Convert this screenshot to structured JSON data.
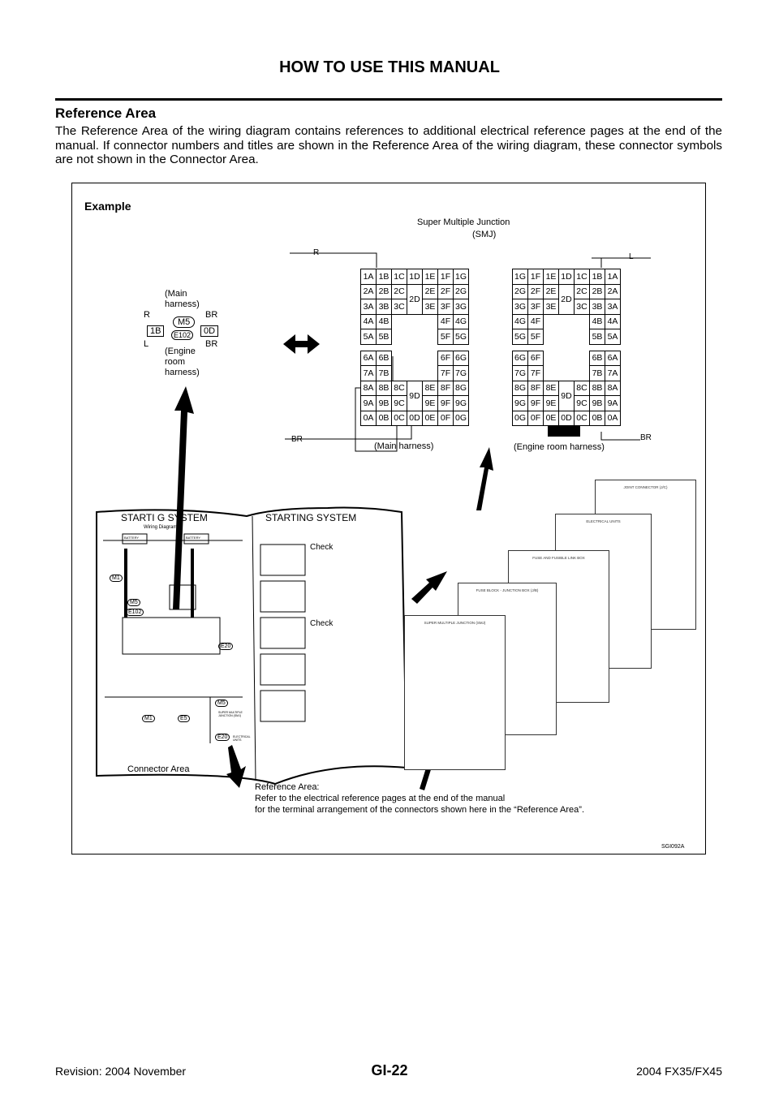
{
  "header": {
    "title": "HOW TO USE THIS MANUAL"
  },
  "section": {
    "title": "Reference Area",
    "body": "The Reference Area of the wiring diagram contains references to additional electrical reference pages at the end of the manual. If connector numbers and titles are shown in the Reference Area of the wiring diagram, these connector symbols are not shown in the Connector Area."
  },
  "figure": {
    "example_label": "Example",
    "smj_title": "Super Multiple Junction",
    "smj_abbr": "(SMJ)",
    "main_wire_top": "R",
    "main_wire_bottom": "BR",
    "engine_wire_top": "L",
    "engine_wire_bottom": "BR",
    "main_caption": "(Main harness)",
    "engine_caption": "(Engine room harness)",
    "main_grid": [
      [
        "1A",
        "1B",
        "1C",
        "1D",
        "1E",
        "1F",
        "1G"
      ],
      [
        "2A",
        "2B",
        "2C",
        "2D",
        "2E",
        "2F",
        "2G"
      ],
      [
        "3A",
        "3B",
        "3C",
        "^",
        "3E",
        "3F",
        "3G"
      ],
      [
        "4A",
        "4B",
        "",
        "",
        "",
        "4F",
        "4G"
      ],
      [
        "5A",
        "5B",
        "",
        "",
        "",
        "5F",
        "5G"
      ],
      [
        "6A",
        "6B",
        "",
        "",
        "",
        "6F",
        "6G"
      ],
      [
        "7A",
        "7B",
        "",
        "",
        "",
        "7F",
        "7G"
      ],
      [
        "8A",
        "8B",
        "8C",
        "9D",
        "8E",
        "8F",
        "8G"
      ],
      [
        "9A",
        "9B",
        "9C",
        "^",
        "9E",
        "9F",
        "9G"
      ],
      [
        "0A",
        "0B",
        "0C",
        "0D",
        "0E",
        "0F",
        "0G"
      ]
    ],
    "engine_grid": [
      [
        "1G",
        "1F",
        "1E",
        "1D",
        "1C",
        "1B",
        "1A"
      ],
      [
        "2G",
        "2F",
        "2E",
        "2D",
        "2C",
        "2B",
        "2A"
      ],
      [
        "3G",
        "3F",
        "3E",
        "^",
        "3C",
        "3B",
        "3A"
      ],
      [
        "4G",
        "4F",
        "",
        "",
        "",
        "4B",
        "4A"
      ],
      [
        "5G",
        "5F",
        "",
        "",
        "",
        "5B",
        "5A"
      ],
      [
        "6G",
        "6F",
        "",
        "",
        "",
        "6B",
        "6A"
      ],
      [
        "7G",
        "7F",
        "",
        "",
        "",
        "7B",
        "7A"
      ],
      [
        "8G",
        "8F",
        "8E",
        "9D",
        "8C",
        "8B",
        "8A"
      ],
      [
        "9G",
        "9F",
        "9E",
        "^",
        "9C",
        "9B",
        "9A"
      ],
      [
        "0G",
        "0F",
        "0E",
        "0D",
        "0C",
        "0B",
        "0A"
      ]
    ],
    "symbol": {
      "main": "(Main",
      "main2": "harness)",
      "r": "R",
      "br1": "BR",
      "m5": "M5",
      "pin_l": "1B",
      "e102": "E102",
      "pin_r": "0D",
      "l": "L",
      "br2": "BR",
      "engine": "(Engine",
      "engine2": "room",
      "engine3": "harness)"
    },
    "book": {
      "left_title": "STARTI G SYSTEM",
      "right_title": "STARTING SYSTEM",
      "wiring": "Wiring Diagram",
      "battery1": "BATTERY",
      "battery2": "BATTERY",
      "m1": "M1",
      "m5": "M5",
      "e102": "E102",
      "e20": "E20",
      "check1": "Check",
      "check2": "Check",
      "conn_m1": "M1",
      "conn_e5": "E5",
      "ref_m5": "M5",
      "ref_m5_desc": "SUPER MULTIPLE JUNCTION (SMJ)",
      "ref_e20": "E20",
      "ref_e20_desc": "ELECTRICAL UNITS",
      "connector_area": "Connector Area"
    },
    "ref_pages": [
      "JOINT CONNECTOR (J/C)",
      "ELECTRICAL UNITS",
      "FUSE AND FUSIBLE LINK BOX",
      "FUSE BLOCK - JUNCTION BOX (J/B)",
      "SUPER MULTIPLE JUNCTION (SMJ)"
    ],
    "ref_note_title": "Reference Area:",
    "ref_note_1": "Refer to the electrical reference pages at the end of the manual",
    "ref_note_2": "for the terminal arrangement of the connectors shown here in the “Reference Area”.",
    "fig_id": "SGI092A"
  },
  "footer": {
    "revision": "Revision: 2004 November",
    "page": "GI-22",
    "model": "2004 FX35/FX45"
  }
}
